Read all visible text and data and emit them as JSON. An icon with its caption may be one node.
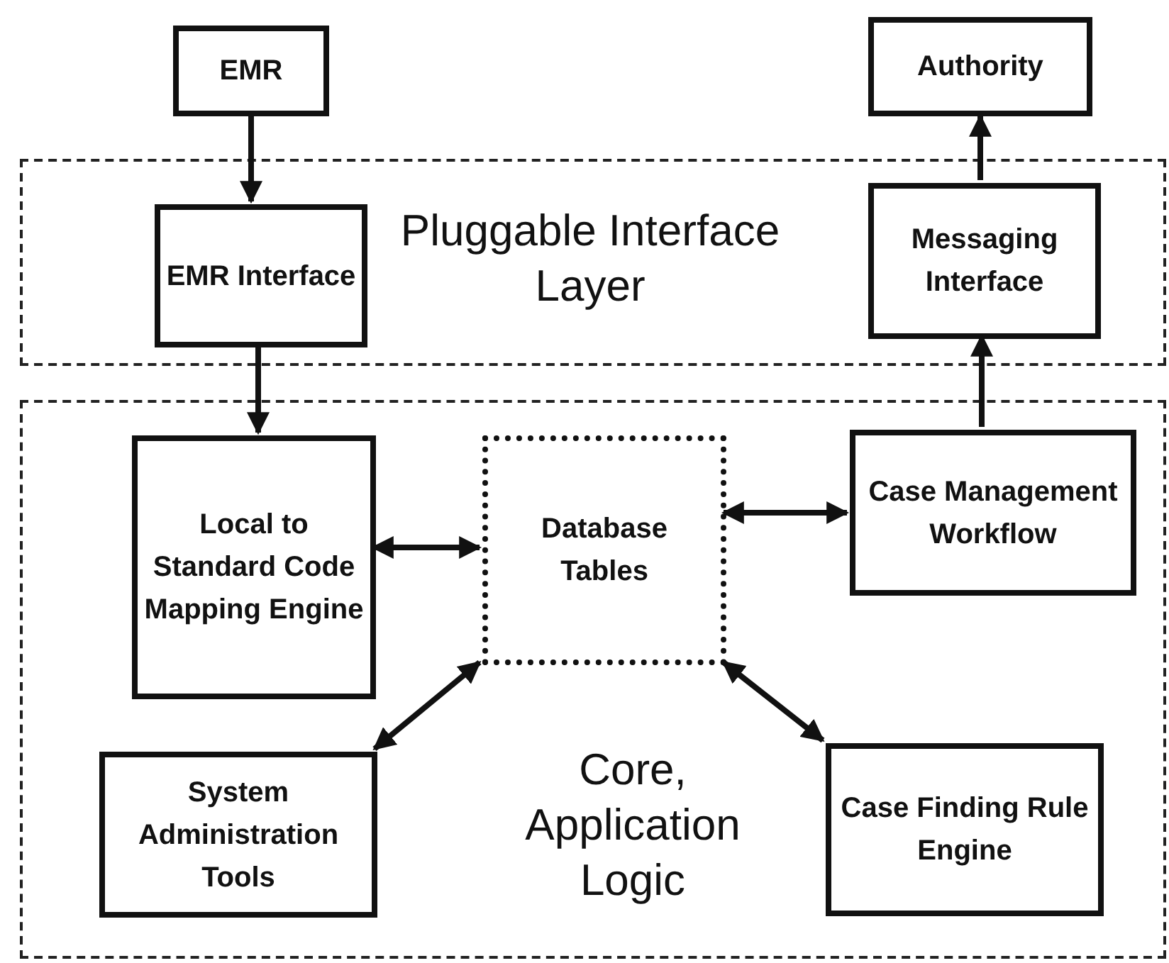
{
  "diagram": {
    "nodes": [
      {
        "text": [
          "EMR"
        ]
      },
      {
        "text": [
          "Authority"
        ]
      },
      {
        "text": [
          "Pluggable Interface Layer"
        ]
      },
      {
        "text": [
          "EMR Interface"
        ],
        "in": 2
      },
      {
        "text": [
          "Messaging Interface"
        ],
        "in": 2
      },
      {
        "text": [
          "Core, Application Logic"
        ]
      },
      {
        "text": [
          "Local to Standard Code Mapping Engine"
        ],
        "in": 5
      },
      {
        "text": [
          "Database Tables"
        ],
        "in": 5
      },
      {
        "text": [
          "Case Management Workflow"
        ],
        "in": 5
      },
      {
        "text": [
          "System Administration Tools"
        ],
        "in": 5
      },
      {
        "text": [
          "Case Finding Rule Engine"
        ],
        "in": 5
      }
    ],
    "edges": [
      {
        "from": 0,
        "to": 3,
        "arrow": "to"
      },
      {
        "from": 3,
        "to": 6,
        "arrow": "to"
      },
      {
        "from": 8,
        "to": 4,
        "arrow": "to"
      },
      {
        "from": 4,
        "to": 1,
        "arrow": "to"
      },
      {
        "from": 6,
        "to": 7,
        "arrow": "both"
      },
      {
        "from": 7,
        "to": 8,
        "arrow": "both"
      },
      {
        "from": 7,
        "to": 9,
        "arrow": "both"
      },
      {
        "from": 7,
        "to": 10,
        "arrow": "both"
      }
    ]
  }
}
